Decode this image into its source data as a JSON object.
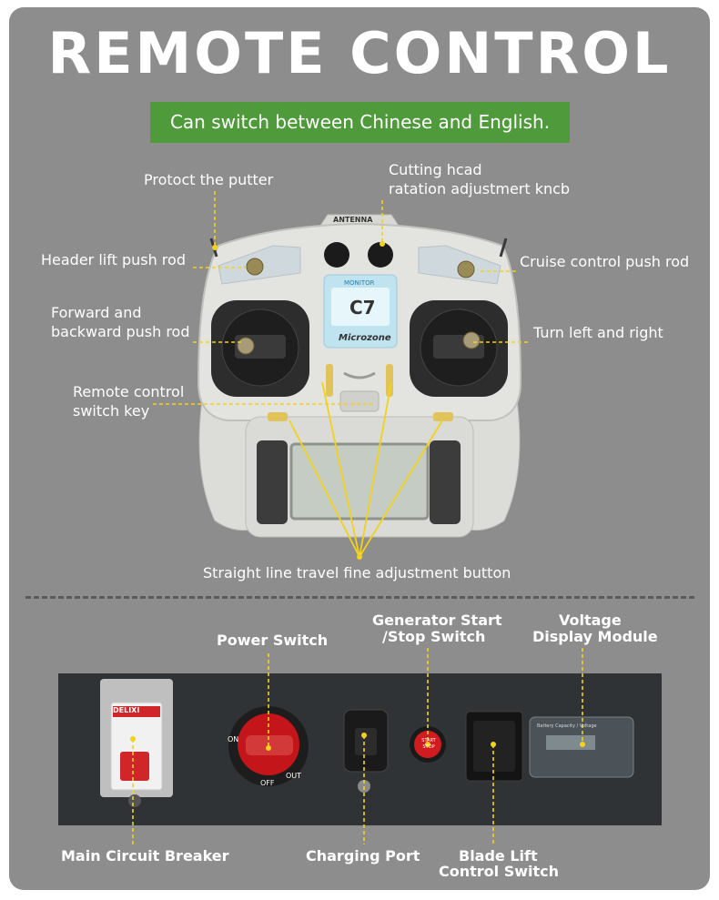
{
  "title": "REMOTE  CONTROL",
  "banner": "Can switch between Chinese and English.",
  "remote": {
    "antenna_text": "ANTENNA",
    "screen_text": "MONITOR",
    "model": "C7",
    "brand": "Microzone",
    "labels": {
      "protect_putter": "Protoct the putter",
      "cutting_head_1": "Cutting hcad",
      "cutting_head_2": "ratation adjustmert kncb",
      "header_lift": "Header lift push rod",
      "cruise_control": "Cruise control push rod",
      "forward_1": "Forward and",
      "forward_2": "backward push rod",
      "turn": "Turn left and right",
      "switch_key_1": "Remote control",
      "switch_key_2": "switch key",
      "fine_adjust": "Straight line travel fine adjustment button"
    }
  },
  "panel": {
    "breaker_brand": "DELIXI",
    "switch_on": "ON",
    "switch_off": "OFF",
    "switch_out": "OUT",
    "gen_button_text": "START STOP",
    "voltage_text": "Battery Capacity / Voltage",
    "labels": {
      "power_switch": "Power Switch",
      "generator_1": "Generator Start",
      "generator_2": "/Stop Switch",
      "voltage_1": "Voltage",
      "voltage_2": "Display Module",
      "main_breaker": "Main Circuit Breaker",
      "charging_port": "Charging Port",
      "blade_lift_1": "Blade Lift",
      "blade_lift_2": "Control Switch"
    }
  },
  "colors": {
    "card": "#8d8d8d",
    "banner": "#4f9a3a",
    "leader": "#f2d21b",
    "remote_body": "#e3e3df",
    "accent_blue": "#2b7fb0"
  }
}
